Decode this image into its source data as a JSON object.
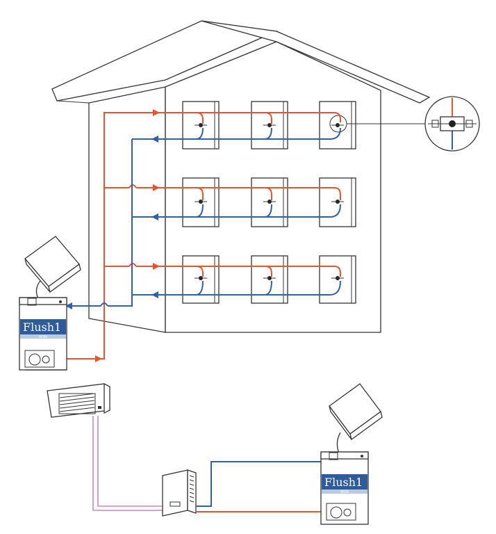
{
  "colors": {
    "hot_water": "#e8542c",
    "return_water": "#2f5fb3",
    "refrigerant": "#c489c8",
    "brand_band": "#2e5a9e",
    "brand_stripe": "#b8cbe4"
  },
  "units": {
    "main_unit": {
      "brand": "Flush1",
      "sub": "WSN"
    },
    "remote_unit": {
      "brand": "Flush1",
      "sub": "WSN"
    }
  }
}
